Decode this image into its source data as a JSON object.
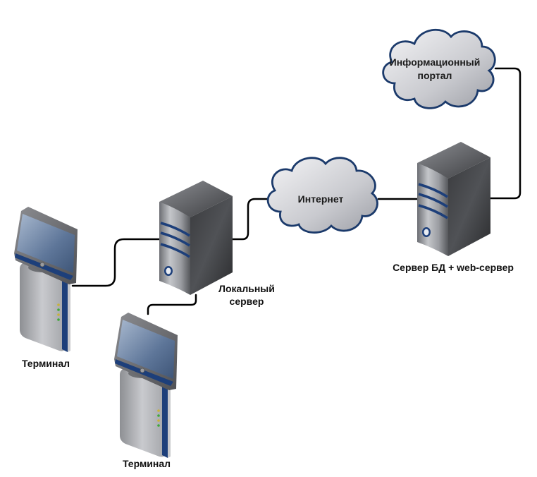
{
  "diagram": {
    "type": "network-topology",
    "nodes": [
      {
        "id": "terminal-1",
        "kind": "terminal",
        "label": "Терминал"
      },
      {
        "id": "terminal-2",
        "kind": "terminal",
        "label": "Терминал"
      },
      {
        "id": "local-server",
        "kind": "server",
        "label_lines": [
          "Локальный",
          "сервер"
        ]
      },
      {
        "id": "internet",
        "kind": "cloud",
        "label": "Интернет"
      },
      {
        "id": "db-web-server",
        "kind": "server",
        "label": "Сервер БД + web-сервер"
      },
      {
        "id": "info-portal",
        "kind": "cloud",
        "label_lines": [
          "Информационный",
          "портал"
        ]
      }
    ],
    "edges": [
      {
        "from": "terminal-1",
        "to": "local-server"
      },
      {
        "from": "terminal-2",
        "to": "local-server"
      },
      {
        "from": "local-server",
        "to": "internet"
      },
      {
        "from": "internet",
        "to": "db-web-server"
      },
      {
        "from": "db-web-server",
        "to": "info-portal"
      }
    ]
  },
  "colors": {
    "accent_blue": "#1d3f7a",
    "cloud_stroke": "#1b3a6b",
    "line": "#000000",
    "led_green": "#3fa83a",
    "led_yellow": "#c9b23a"
  }
}
